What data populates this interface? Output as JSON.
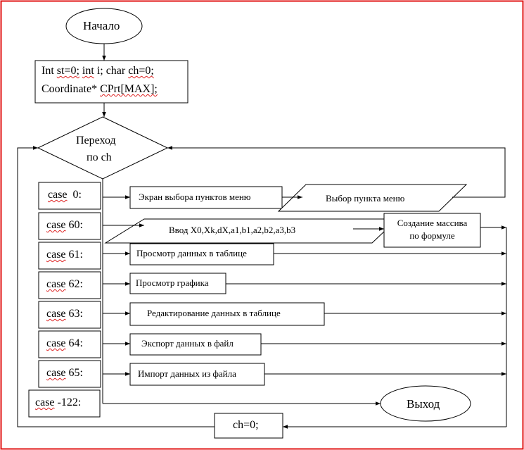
{
  "start": {
    "label": "Начало"
  },
  "init": {
    "line1_parts": [
      "Int",
      "st=0;",
      "int",
      "i;",
      "char",
      "ch=0;"
    ],
    "line2_parts": [
      "Coordinate*",
      "CPrt[MAX];"
    ]
  },
  "switch": {
    "line1": "Переход",
    "line2": "по ch"
  },
  "cases": [
    {
      "case": "case",
      "value": "0:"
    },
    {
      "case": "case",
      "value": "60:"
    },
    {
      "case": "case",
      "value": "61:"
    },
    {
      "case": "case",
      "value": "62:"
    },
    {
      "case": "case",
      "value": "63:"
    },
    {
      "case": "case",
      "value": "64:"
    },
    {
      "case": "case",
      "value": "65:"
    },
    {
      "case": "case",
      "value": "-122:"
    }
  ],
  "actions": {
    "menu_screen": "Экран выбора пунктов меню",
    "menu_choice": "Выбор пункта меню",
    "input_params": "Ввод  X0,Xk,dX,a1,b1,a2,b2,a3,b3",
    "create_array_line1": "Создание массива",
    "create_array_line2": "по формуле",
    "view_table": "Просмотр данных в таблице",
    "view_graph": "Просмотр графика",
    "edit_table": "Редактирование данных в таблице",
    "export_file": "Экспорт данных в файл",
    "import_file": "Импорт данных из файла"
  },
  "exit": {
    "label": "Выход"
  },
  "reset": {
    "label": "ch=0;"
  },
  "colors": {
    "frame": "#e01010",
    "stroke": "#000000",
    "spellcheck": "#dd2222"
  }
}
